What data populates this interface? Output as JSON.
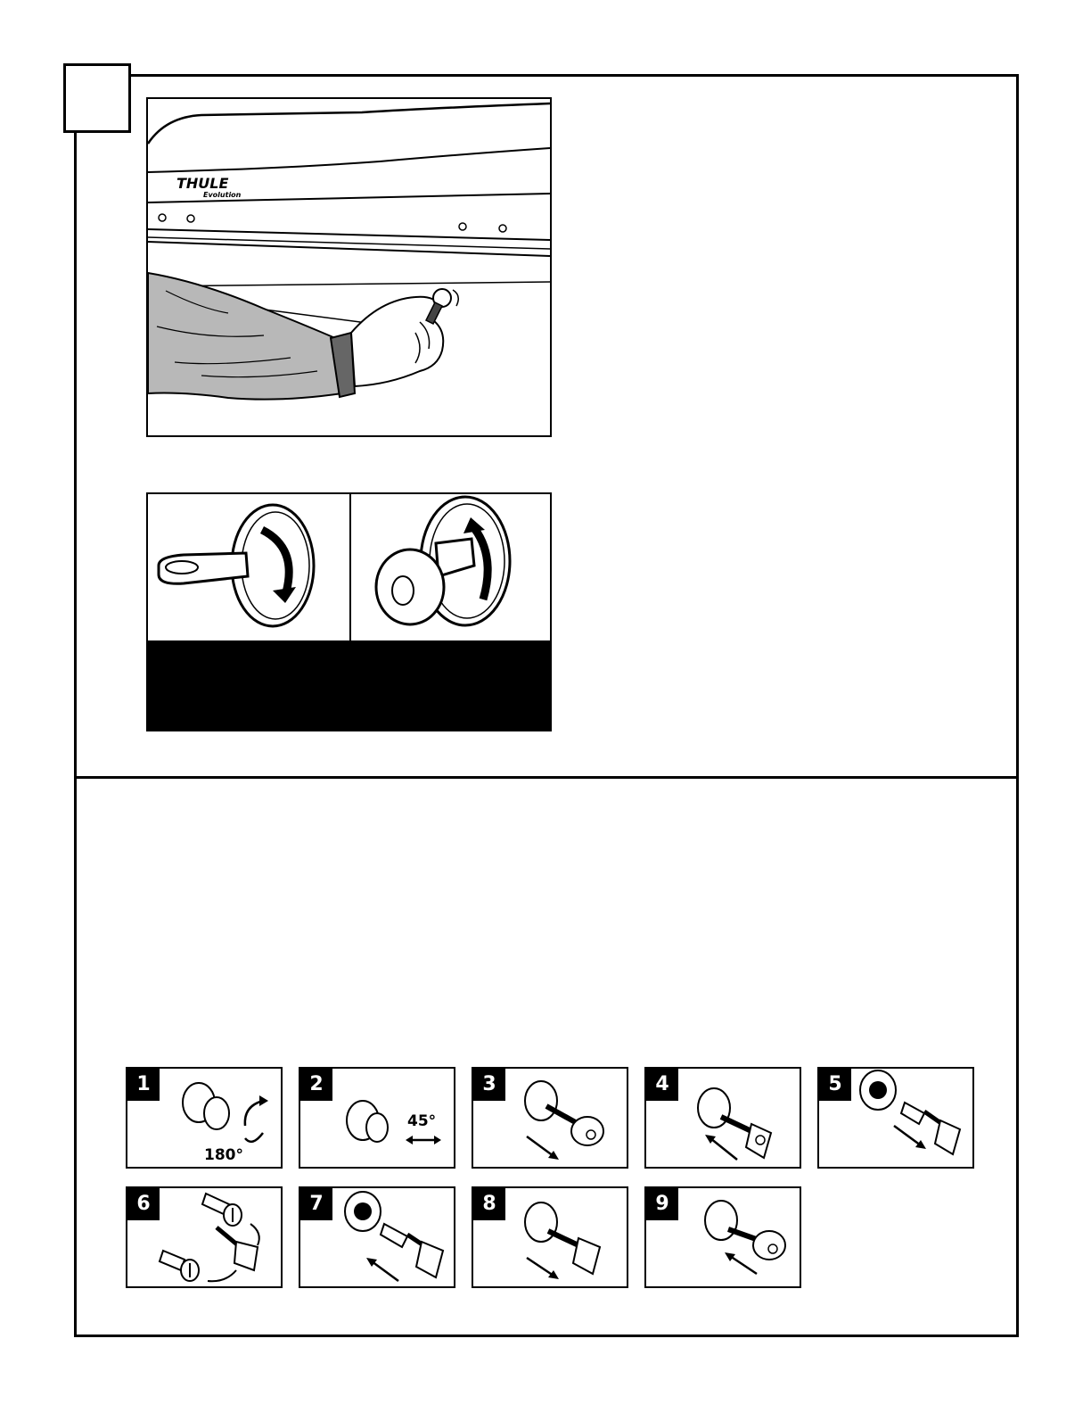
{
  "brand": {
    "name": "THULE",
    "model": "Evolution"
  },
  "key_steps": [
    {
      "number": "1",
      "label": "180°"
    },
    {
      "number": "2",
      "label": "45°"
    },
    {
      "number": "3",
      "label": ""
    },
    {
      "number": "4",
      "label": ""
    },
    {
      "number": "5",
      "label": ""
    },
    {
      "number": "6",
      "label": ""
    },
    {
      "number": "7",
      "label": ""
    },
    {
      "number": "8",
      "label": ""
    },
    {
      "number": "9",
      "label": ""
    }
  ]
}
